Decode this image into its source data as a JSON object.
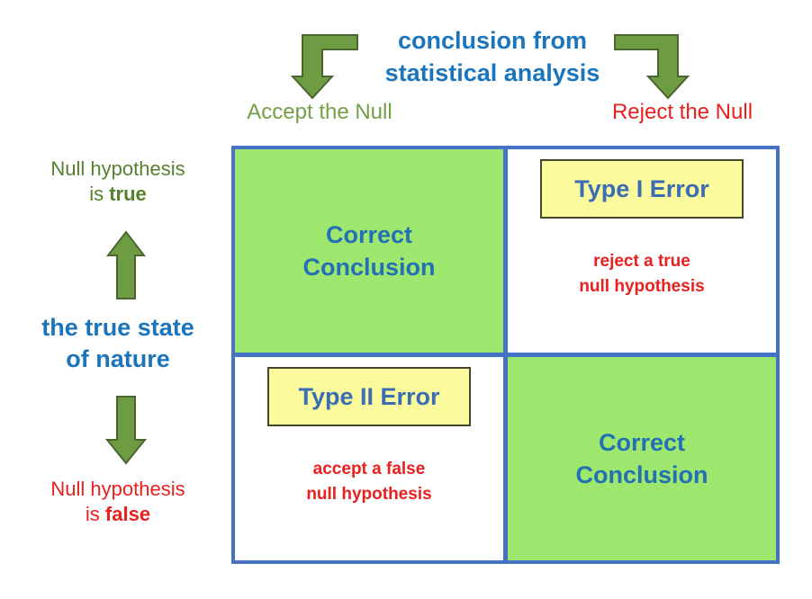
{
  "colors": {
    "title-blue": "#1B75BC",
    "cell-blue": "#2470B5",
    "error-blue": "#3B6CB4",
    "grid-blue": "#4472C4",
    "green-fill": "#9EE76E",
    "arrow-green": "#6E9C43",
    "arrow-border": "#4A652E",
    "label-green": "#73A046",
    "dark-green": "#55812F",
    "red": "#E9201E",
    "yellow-fill": "#FBFB9D",
    "yellow-border": "#45452B"
  },
  "header": {
    "title": "conclusion from\nstatistical analysis",
    "accept_label": "Accept the Null",
    "reject_label": "Reject the Null"
  },
  "left_axis": {
    "top": {
      "line1": "Null hypothesis",
      "line2_prefix": "is",
      "line2_bold": "true"
    },
    "middle": "the true state\nof nature",
    "bottom": {
      "line1": "Null hypothesis",
      "line2_prefix": "is",
      "line2_bold": "false"
    }
  },
  "matrix": {
    "top_left": {
      "label": "Correct\nConclusion"
    },
    "top_right": {
      "box_label": "Type I Error",
      "description": "reject a true\nnull hypothesis"
    },
    "bottom_left": {
      "box_label": "Type II Error",
      "description": "accept a false\nnull hypothesis"
    },
    "bottom_right": {
      "label": "Correct\nConclusion"
    }
  }
}
